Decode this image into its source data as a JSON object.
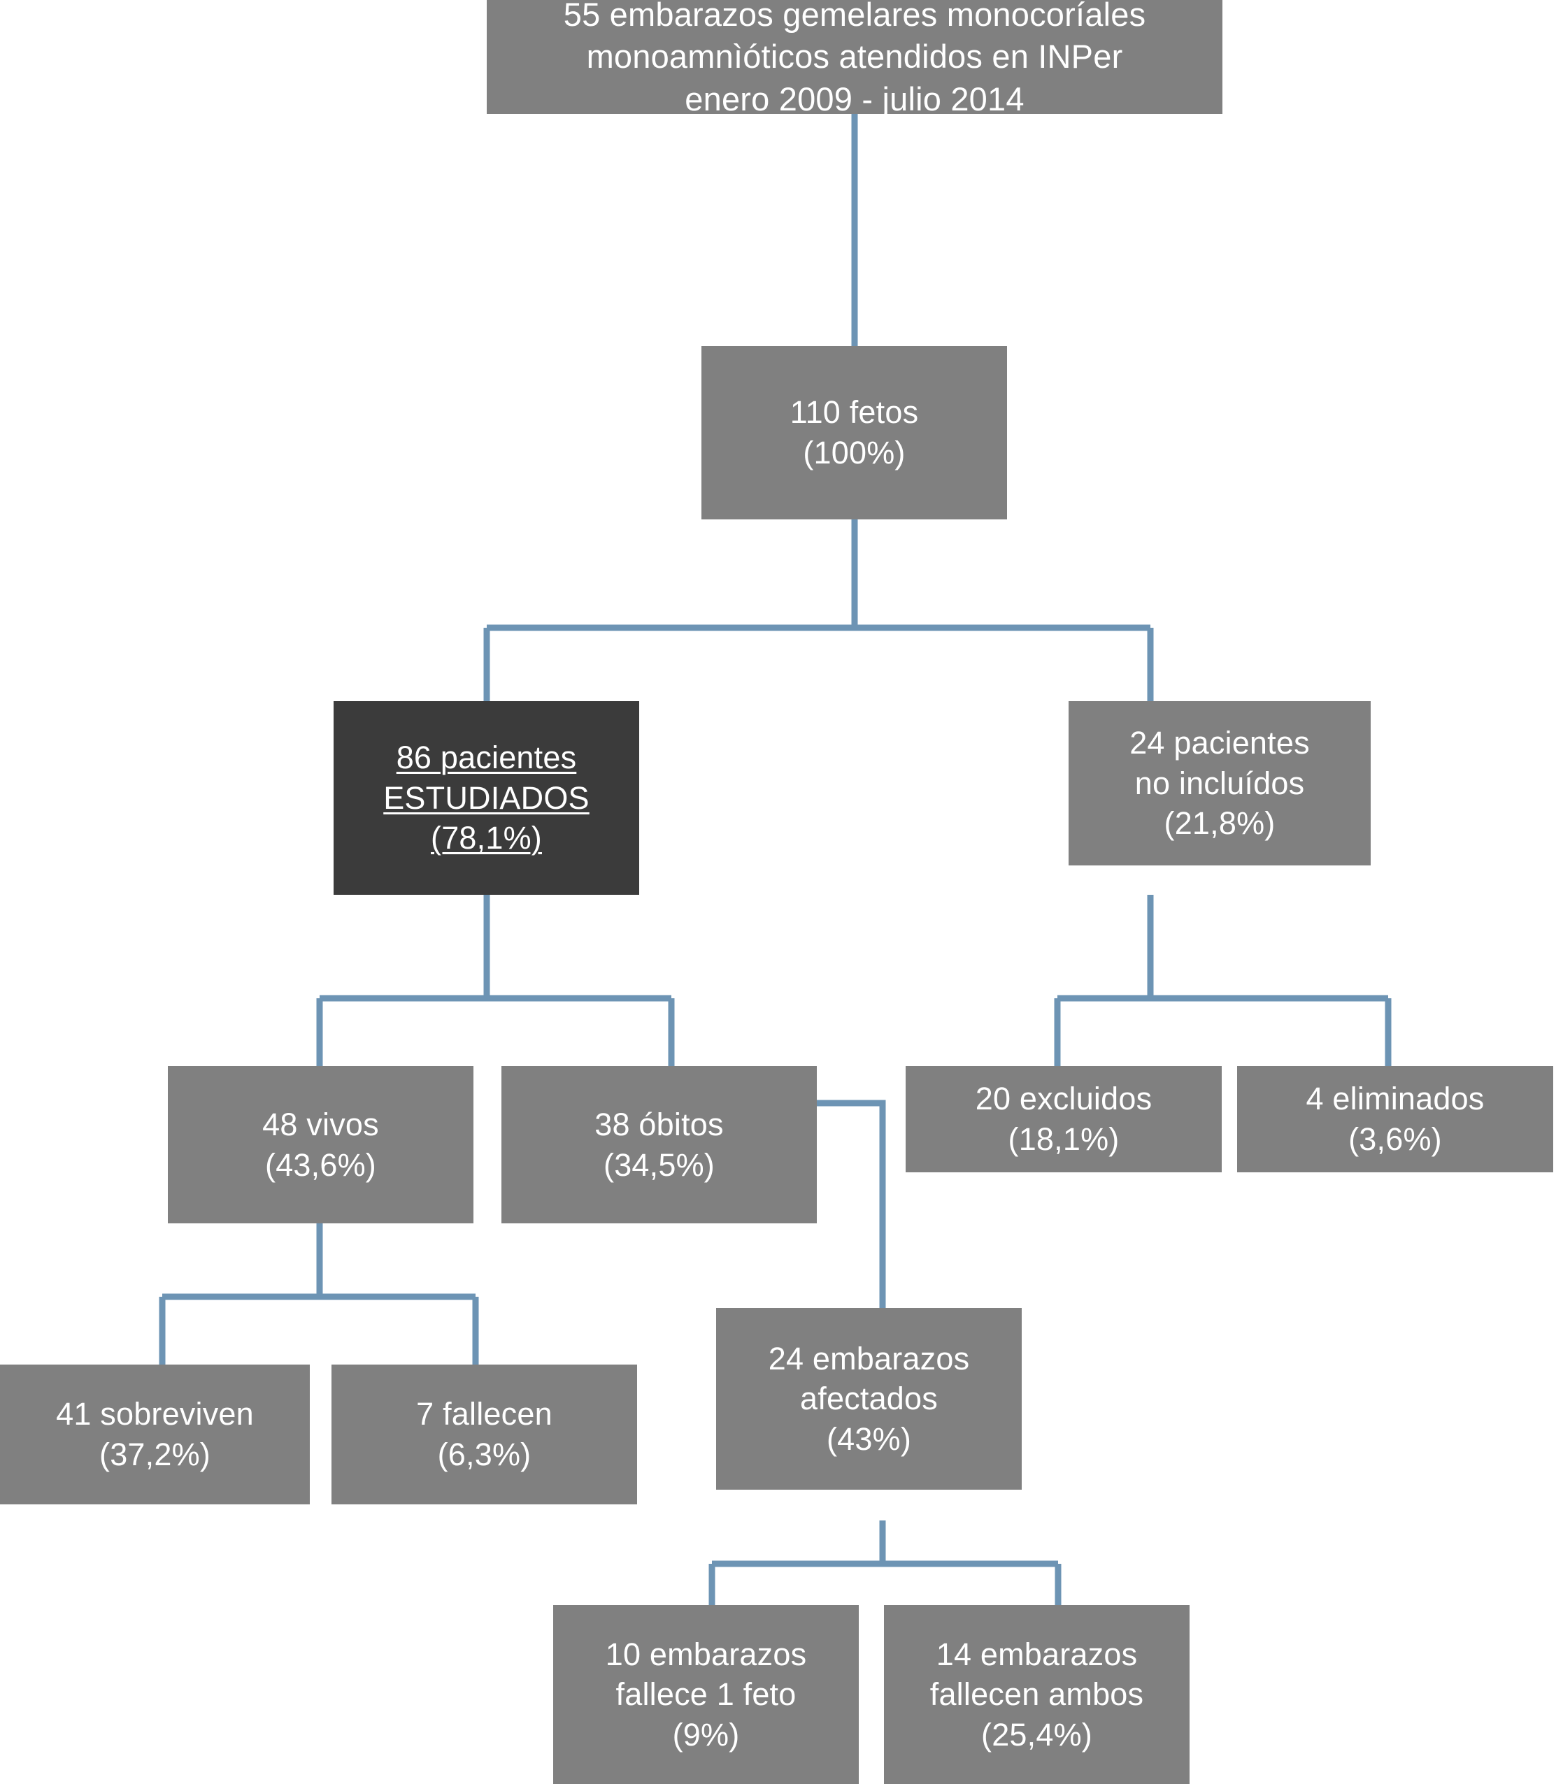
{
  "diagram": {
    "title": "Diagrama de flujo de embarazos gemelares monocoriales monoamnioticos",
    "colors": {
      "box_fill": "#808080",
      "highlight_box_fill": "#3b3b3b",
      "connector": "#6d94b4",
      "text": "#ffffff",
      "background": "#ffffff"
    },
    "nodes": [
      {
        "id": "root",
        "lines": [
          "55 embarazos gemelares monocoríales",
          "monoamnìóticos atendidos en INPer",
          "enero 2009 - julio 2014"
        ]
      },
      {
        "id": "fetos",
        "lines": [
          "110 fetos",
          "(100%)"
        ]
      },
      {
        "id": "estudiados",
        "lines": [
          "86 pacientes",
          "ESTUDIADOS",
          "(78,1%)"
        ]
      },
      {
        "id": "no-incluidos",
        "lines": [
          "24 pacientes",
          "no incluídos",
          "(21,8%)"
        ]
      },
      {
        "id": "vivos",
        "lines": [
          "48 vivos",
          "(43,6%)"
        ]
      },
      {
        "id": "obitos",
        "lines": [
          "38 óbitos",
          "(34,5%)"
        ]
      },
      {
        "id": "excluidos",
        "lines": [
          "20 excluidos",
          "(18,1%)"
        ]
      },
      {
        "id": "eliminados",
        "lines": [
          "4 eliminados",
          "(3,6%)"
        ]
      },
      {
        "id": "sobreviven",
        "lines": [
          "41 sobreviven",
          "(37,2%)"
        ]
      },
      {
        "id": "fallecen",
        "lines": [
          "7 fallecen",
          "(6,3%)"
        ]
      },
      {
        "id": "afectados",
        "lines": [
          "24 embarazos",
          "afectados",
          "(43%)"
        ]
      },
      {
        "id": "fallece-1-feto",
        "lines": [
          "10 embarazos",
          "fallece 1 feto",
          "(9%)"
        ]
      },
      {
        "id": "fallecen-ambos",
        "lines": [
          "14 embarazos",
          "fallecen ambos",
          "(25,4%)"
        ]
      }
    ]
  }
}
